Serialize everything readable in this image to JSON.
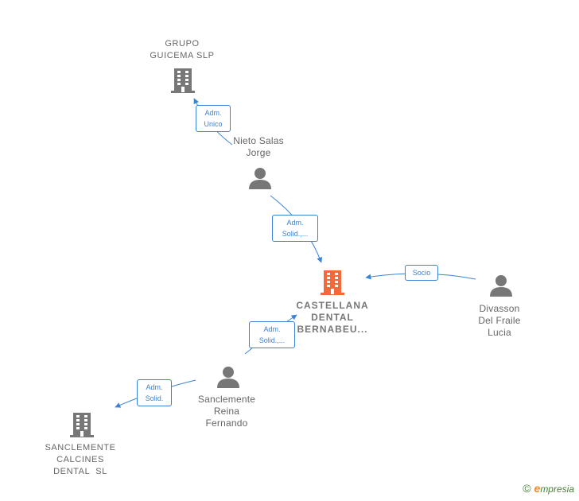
{
  "colors": {
    "edge": "#3b82d6",
    "node_text": "#666666",
    "building": "#777777",
    "building_focus": "#f26a3b",
    "person": "#777777"
  },
  "nodes": {
    "grupo_guicema": {
      "lines": [
        "GRUPO",
        "GUICEMA SLP"
      ],
      "icon": "building-icon"
    },
    "nieto_salas": {
      "lines": [
        "Nieto Salas",
        "Jorge"
      ],
      "icon": "person-icon"
    },
    "castellana": {
      "lines": [
        "CASTELLANA",
        "DENTAL",
        "BERNABEU..."
      ],
      "icon": "building-icon"
    },
    "divasson": {
      "lines": [
        "Divasson",
        "Del Fraile",
        "Lucia"
      ],
      "icon": "person-icon"
    },
    "sanclemente_reina": {
      "lines": [
        "Sanclemente",
        "Reina",
        "Fernando"
      ],
      "icon": "person-icon"
    },
    "sanclemente_calcines": {
      "lines": [
        "SANCLEMENTE",
        "CALCINES",
        "DENTAL  SL"
      ],
      "icon": "building-icon"
    }
  },
  "edges": {
    "nieto_to_grupo": {
      "lines": [
        "Adm.",
        "Unico"
      ]
    },
    "nieto_to_castellana": {
      "lines": [
        "Adm.",
        "Solid.,..."
      ]
    },
    "divasson_to_castellana": {
      "lines": [
        "Socio"
      ]
    },
    "sanclemente_to_castellana": {
      "lines": [
        "Adm.",
        "Solid.,..."
      ]
    },
    "sanclemente_to_calcines": {
      "lines": [
        "Adm.",
        "Solid."
      ]
    }
  },
  "footer": {
    "copyright": "©",
    "brand_initial": "e",
    "brand_rest": "mpresia"
  }
}
